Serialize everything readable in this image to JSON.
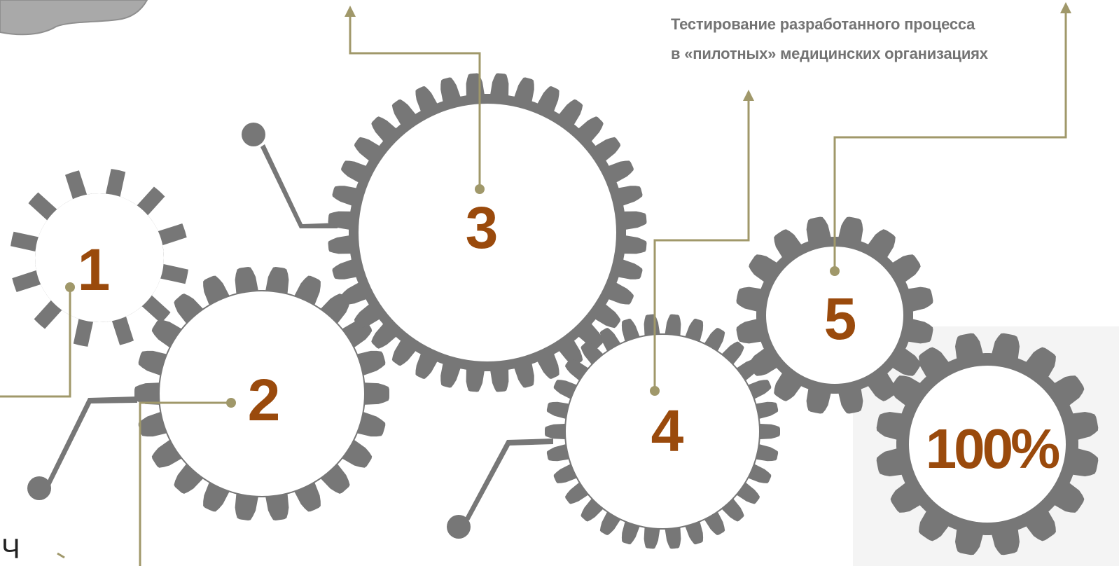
{
  "gears": [
    {
      "label": "1"
    },
    {
      "label": "2"
    },
    {
      "label": "3"
    },
    {
      "label": "4"
    },
    {
      "label": "5"
    },
    {
      "label": "100%"
    }
  ],
  "callout": {
    "line1": "Тестирование разработанного процесса",
    "line2": "в «пилотных» медицинских организациях"
  },
  "corner_text": "Ч",
  "colors": {
    "gear": "#777777",
    "number": "#9a4a0c",
    "connector": "#a0986a",
    "panel": "#f4f4f4",
    "callout_text": "#747474"
  }
}
